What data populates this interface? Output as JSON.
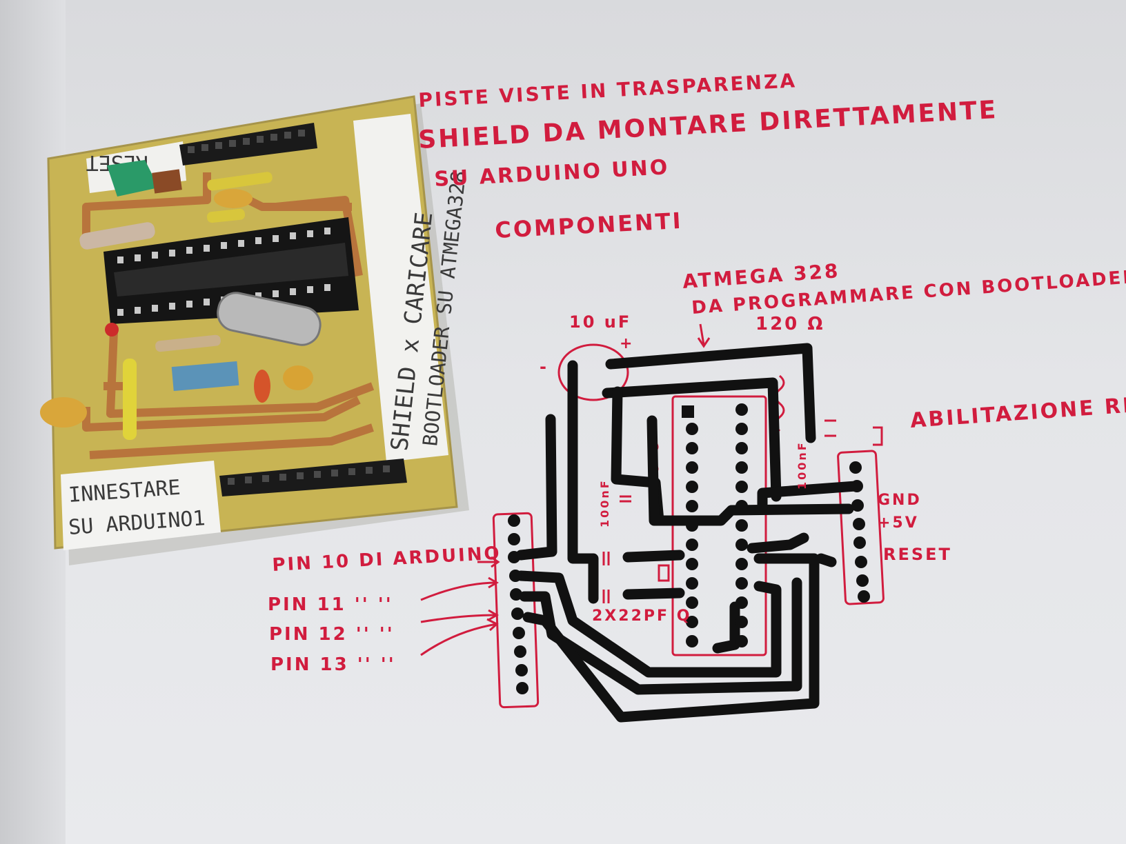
{
  "board": {
    "vertical_label_line1": "SHIELD x CARICARE",
    "vertical_label_line2": "BOOTLOADER SU ATMEGA328",
    "bottom_label_line1": "INNESTARE",
    "bottom_label_line2": "SU ARDUINO1",
    "top_label": "RESET"
  },
  "notes": {
    "line1": "PISTE VISTE IN TRASPARENZA",
    "line2": "SHIELD DA MONTARE DIRETTAMENTE",
    "line3": "SU ARDUINO UNO",
    "line4": "COMPONENTI"
  },
  "schematic": {
    "chip_name": "ATMEGA 328",
    "chip_note": "DA PROGRAMMARE CON BOOTLOADER",
    "cap_10uf": "10 uF",
    "resistor_120": "120 Ω",
    "cap_100nf_a": "100nF",
    "cap_100nf_b": "100nF",
    "crystal_caps": "2X22PF Q",
    "reset_enable": "ABILITAZIONE RESET",
    "gnd": "GND",
    "plus5v": "+5V",
    "reset": "RESET",
    "pin10": "PIN 10 DI ARDUINO",
    "pin11": "PIN 11  ''     ''",
    "pin12": "PIN 12  ''     ''",
    "pin13": "PIN 13  ''     ''",
    "plus_sign": "+",
    "minus_sign": "-"
  },
  "colors": {
    "ink_red": "#d11c3e",
    "trace_black": "#111111",
    "pcb_yellow": "#c9b552",
    "copper": "#b9763a"
  }
}
